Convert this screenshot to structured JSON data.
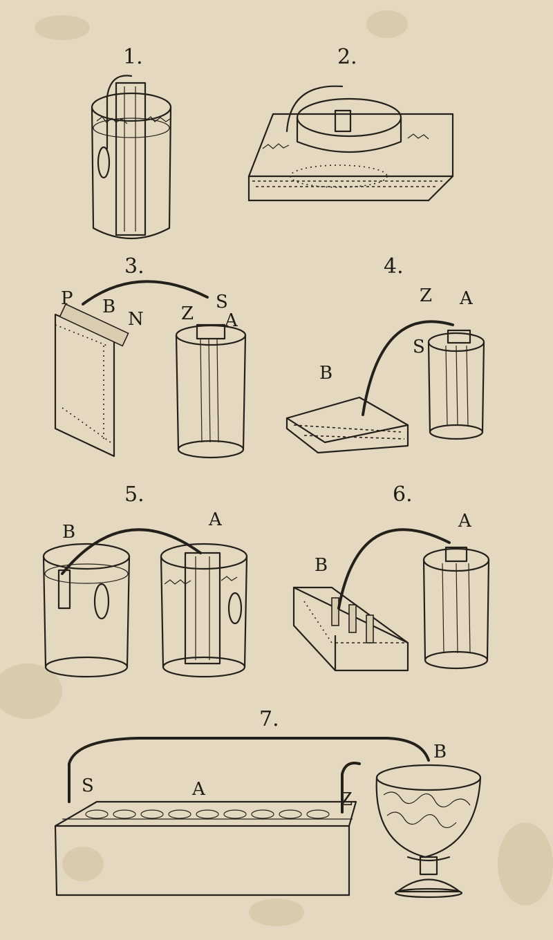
{
  "figures": [
    {
      "number": "1.",
      "labels": []
    },
    {
      "number": "2.",
      "labels": []
    },
    {
      "number": "3.",
      "labels": [
        "P",
        "B",
        "N",
        "Z",
        "S",
        "A"
      ]
    },
    {
      "number": "4.",
      "labels": [
        "Z",
        "A",
        "S",
        "B"
      ]
    },
    {
      "number": "5.",
      "labels": [
        "B",
        "A"
      ]
    },
    {
      "number": "6.",
      "labels": [
        "A",
        "B"
      ]
    },
    {
      "number": "7.",
      "labels": [
        "B",
        "S",
        "A",
        "Z"
      ]
    }
  ],
  "colors": {
    "paper": "#e4d9c0",
    "ink": "#24201a"
  }
}
